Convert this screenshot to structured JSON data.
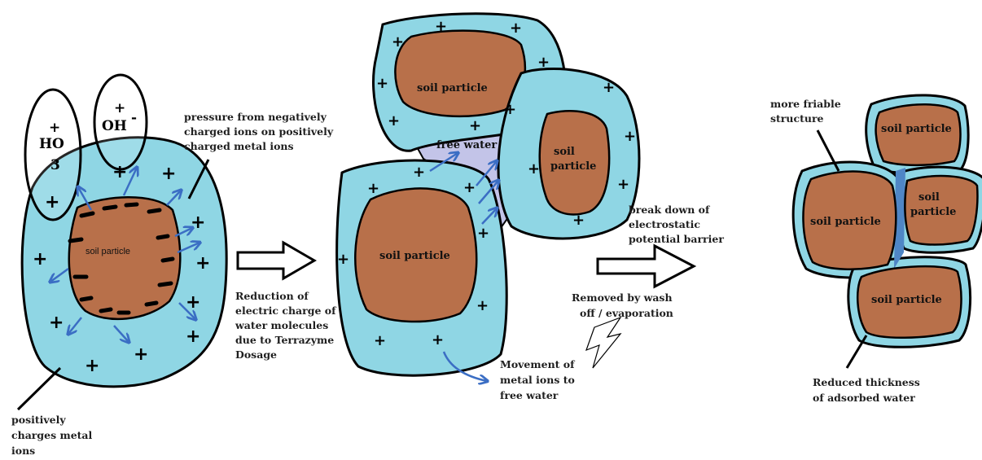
{
  "stage1": {
    "ion_ho3": {
      "top": "+",
      "main": "HO",
      "sub": "3"
    },
    "ion_oh": {
      "top": "+",
      "main": "OH",
      "sup": "-"
    },
    "particle_label": "soil particle",
    "pressure_label": [
      "pressure from negatively",
      "charged ions on positively",
      "charged metal ions"
    ],
    "metal_ions_label": [
      "positively",
      "charges metal",
      "ions"
    ]
  },
  "transition1": {
    "label": [
      "Reduction of",
      "electric charge of",
      "water molecules",
      "due to Terrazyme",
      "Dosage"
    ]
  },
  "stage2": {
    "particle_top": "soil particle",
    "particle_right": [
      "soil",
      "particle"
    ],
    "particle_bottom": "soil particle",
    "free_water": "free water",
    "movement_label": [
      "Movement of",
      "metal ions to",
      "free water"
    ]
  },
  "transition2": {
    "barrier_label": [
      "break down of",
      "electrostatic",
      "potential barrier"
    ],
    "removed_label": [
      "Removed by wash",
      "off / evaporation"
    ]
  },
  "stage3": {
    "friable_label": [
      "more friable",
      "structure"
    ],
    "particle_top": "soil particle",
    "particle_left": "soil particle",
    "particle_right": [
      "soil",
      "particle"
    ],
    "particle_bottom": "soil particle",
    "thickness_label": [
      "Reduced thickness",
      "of adsorbed water"
    ]
  },
  "colors": {
    "adsorbed_water": "#8fd6e4",
    "soil": "#b8704a",
    "free_water": "#c3c4e8",
    "ion_arrows": "#3b6ec4"
  }
}
